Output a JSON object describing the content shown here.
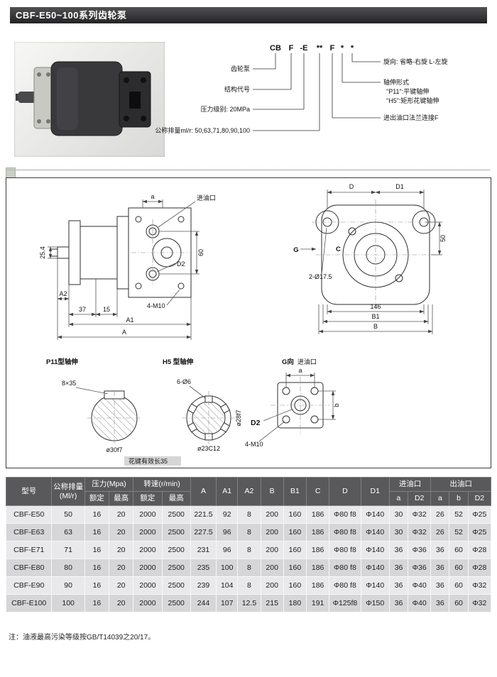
{
  "page": {
    "title": "CBF-E50~100系列齿轮泵",
    "note": "注：油液最高污染等级按GB/T14039之20/17。"
  },
  "model_code": {
    "tokens": [
      "CB",
      "F",
      "-E",
      "**",
      "F",
      "*",
      "*"
    ],
    "left_labels": {
      "pump": "齿轮泵",
      "structure": "结构代号",
      "pressure": "压力级别: 20MPa",
      "displacement": "公称排量ml/r: 50,63,71,80,90,100"
    },
    "right_labels": {
      "rotation": "旋向: 省略-右旋  L-左旋",
      "shaft_title": "轴伸形式",
      "shaft_p11": "\"P11\":平键轴伸",
      "shaft_h5": "\"H5\":矩形花键轴伸",
      "flange": "进出油口法兰连接F"
    }
  },
  "drawings": {
    "side": {
      "inlet": "进油口",
      "a": "a",
      "d2": "D2",
      "s60": "60",
      "s254": "25.4",
      "a2": "A2",
      "s37": "37",
      "s15": "15",
      "a1": "A1",
      "A": "A",
      "m10": "4-M10"
    },
    "front": {
      "D": "D",
      "D1": "D1",
      "G": "G",
      "C": "C",
      "holes": "2-Ø17.5",
      "s146": "146",
      "B1": "B1",
      "B": "B",
      "s50": "50"
    },
    "p11": {
      "title": "P11型轴伸",
      "key": "8×35",
      "dia": "ø30f7"
    },
    "h5": {
      "title": "H5 型轴伸",
      "top": "6-Ø6",
      "side": "ø28f7",
      "bottom": "ø23C12",
      "note": "花键有效长35"
    },
    "gview": {
      "g": "G向",
      "port": "进油口",
      "a": "a",
      "b": "b",
      "d2": "D2",
      "m10": "4-M10"
    }
  },
  "table": {
    "headers": {
      "model": "型号",
      "displacement": "公称排量(Ml/r)",
      "pressure": "压力(Mpa)",
      "speed": "转速(r/min)",
      "rated": "额定",
      "max": "最高",
      "A": "A",
      "A1": "A1",
      "A2": "A2",
      "B": "B",
      "B1": "B1",
      "C": "C",
      "D": "D",
      "D1": "D1",
      "inlet": "进油口",
      "outlet": "出油口",
      "a": "a",
      "b": "b",
      "D2": "D2"
    },
    "rows": [
      [
        "CBF-E50",
        "50",
        "16",
        "20",
        "2000",
        "2500",
        "221.5",
        "92",
        "8",
        "200",
        "160",
        "186",
        "Φ80 f8",
        "Φ140",
        "30",
        "Φ32",
        "26",
        "52",
        "Φ25"
      ],
      [
        "CBF-E63",
        "63",
        "16",
        "20",
        "2000",
        "2500",
        "227.5",
        "96",
        "8",
        "200",
        "160",
        "186",
        "Φ80 f8",
        "Φ140",
        "30",
        "Φ32",
        "26",
        "52",
        "Φ25"
      ],
      [
        "CBF-E71",
        "71",
        "16",
        "20",
        "2000",
        "2500",
        "231",
        "96",
        "8",
        "200",
        "160",
        "186",
        "Φ80 f8",
        "Φ140",
        "36",
        "Φ36",
        "36",
        "60",
        "Φ28"
      ],
      [
        "CBF-E80",
        "80",
        "16",
        "20",
        "2000",
        "2500",
        "235",
        "100",
        "8",
        "200",
        "160",
        "186",
        "Φ80 f8",
        "Φ140",
        "36",
        "Φ36",
        "36",
        "60",
        "Φ28"
      ],
      [
        "CBF-E90",
        "90",
        "16",
        "20",
        "2000",
        "2500",
        "239",
        "104",
        "8",
        "200",
        "160",
        "186",
        "Φ80 f8",
        "Φ140",
        "36",
        "Φ40",
        "36",
        "60",
        "Φ32"
      ],
      [
        "CBF-E100",
        "100",
        "16",
        "20",
        "2000",
        "2500",
        "244",
        "107",
        "12.5",
        "215",
        "180",
        "191",
        "Φ125f8",
        "Φ150",
        "36",
        "Φ40",
        "36",
        "60",
        "Φ32"
      ]
    ]
  }
}
